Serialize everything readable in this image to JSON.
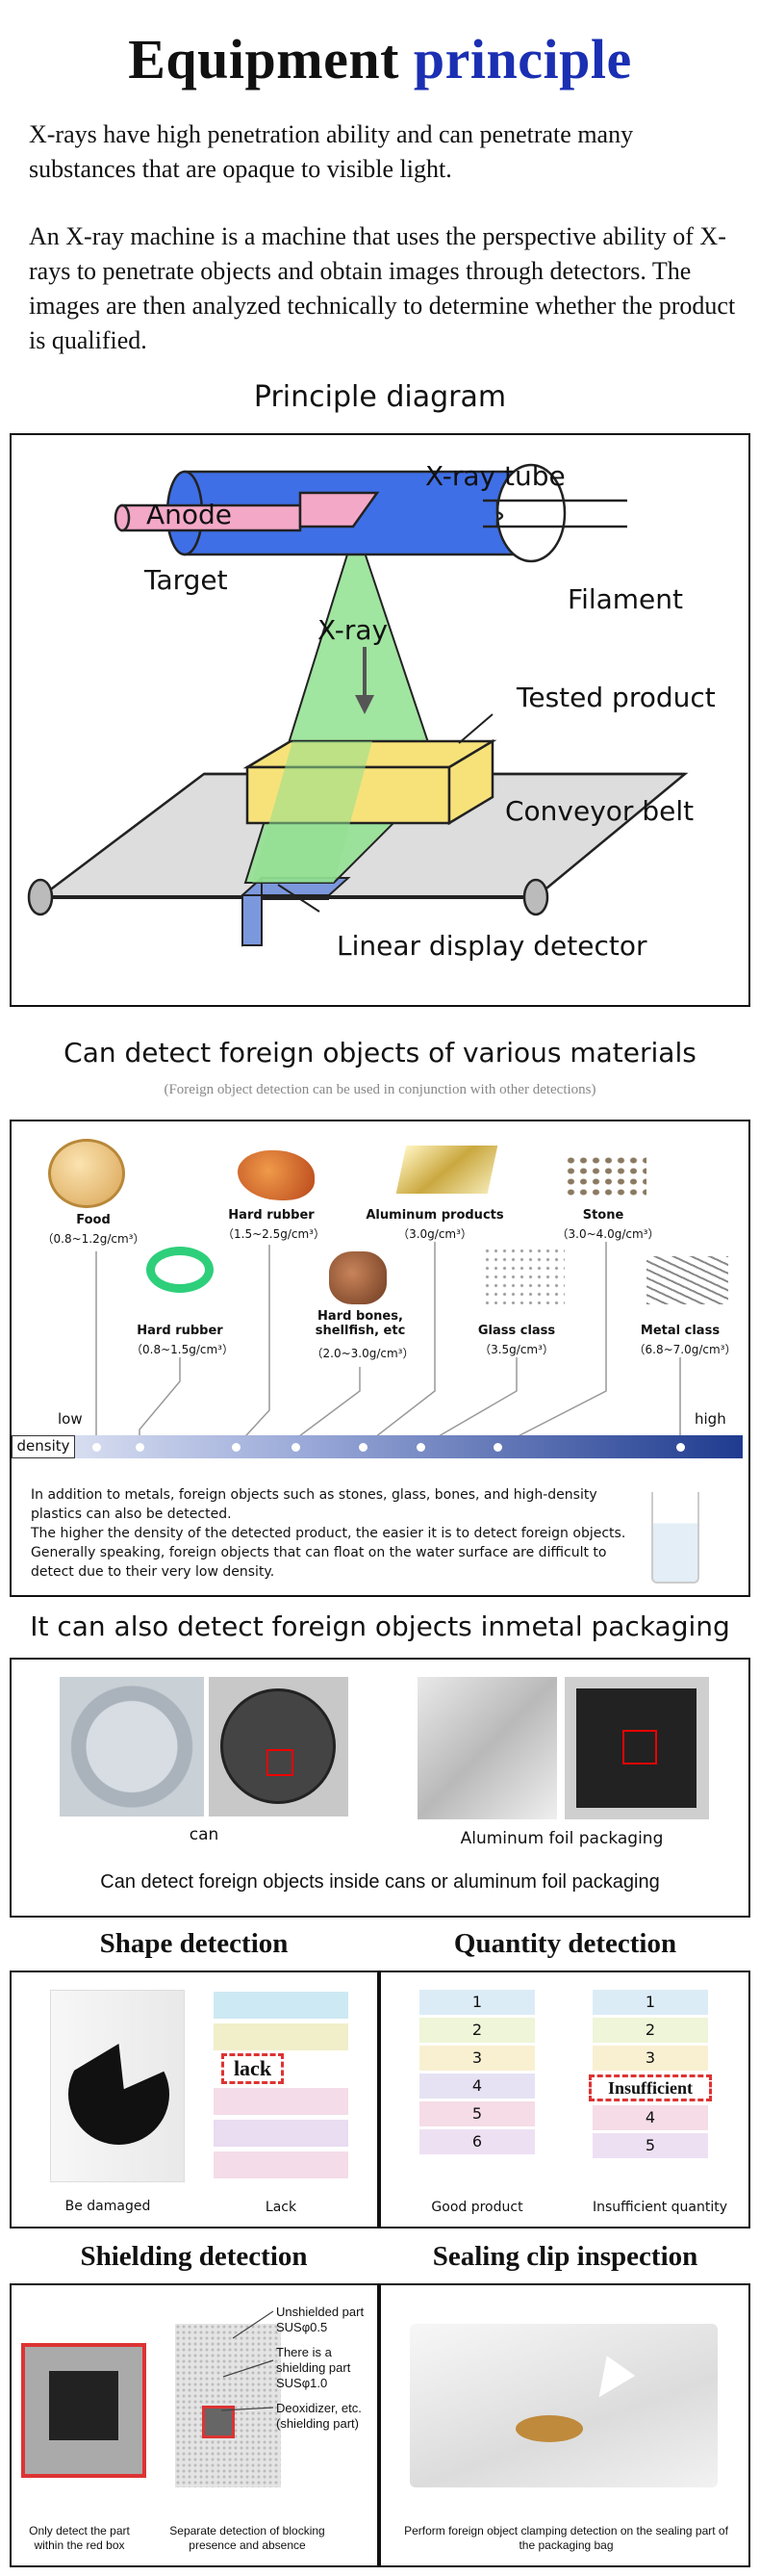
{
  "header": {
    "title_part1": "Equipment",
    "title_part2": "principle"
  },
  "intro": {
    "para1": "X-rays have high penetration ability and can penetrate many substances that are opaque to visible light.",
    "para2": "An X-ray machine is a machine that uses the perspective ability of X-rays to penetrate objects and obtain images through detectors. The images are then analyzed technically to determine whether the product is qualified."
  },
  "diagram": {
    "title": "Principle diagram",
    "labels": {
      "anode": "Anode",
      "target": "Target",
      "xray_tube": "X-ray tube",
      "filament": "Filament",
      "xray": "X-ray",
      "tested_product": "Tested product",
      "conveyor_belt": "Conveyor belt",
      "detector": "Linear display detector"
    }
  },
  "materials": {
    "title": "Can detect foreign objects of various materials",
    "subtitle": "(Foreign object detection can be used in conjunction with other detections)",
    "items": [
      {
        "name": "Food",
        "density": "（0.8~1.2g/cm³）"
      },
      {
        "name": "Hard rubber",
        "density": "（0.8~1.5g/cm³）"
      },
      {
        "name": "Hard rubber",
        "density": "（1.5~2.5g/cm³）"
      },
      {
        "name": "Hard bones, shellfish, etc",
        "density": "（2.0~3.0g/cm³）"
      },
      {
        "name": "Aluminum products",
        "density": "（3.0g/cm³）"
      },
      {
        "name": "Glass class",
        "density": "（3.5g/cm³）"
      },
      {
        "name": "Stone",
        "density": "（3.0~4.0g/cm³）"
      },
      {
        "name": "Metal class",
        "density": "（6.8~7.0g/cm³）"
      }
    ],
    "scale": {
      "low": "low",
      "high": "high",
      "label": "density"
    },
    "note": "In addition to metals, foreign objects such as stones, glass, bones, and high-density plastics can also be detected.\nThe higher the density of the detected product, the easier it is to detect foreign objects.\nGenerally speaking, foreign objects that can float on the water surface are difficult to detect due to their very low density."
  },
  "metal_packaging": {
    "title": "It can also detect foreign objects inmetal packaging",
    "caption_can": "can",
    "caption_foil": "Aluminum foil packaging",
    "summary": "Can detect foreign objects inside cans or aluminum foil packaging"
  },
  "shape": {
    "title": "Shape detection",
    "cap1": "Be damaged",
    "cap2": "Lack",
    "badge": "lack"
  },
  "quantity": {
    "title": "Quantity detection",
    "cap1": "Good product",
    "cap2": "Insufficient quantity",
    "badge": "Insufficient",
    "good_numbers": [
      "1",
      "2",
      "3",
      "4",
      "5",
      "6"
    ],
    "bad_numbers": [
      "1",
      "2",
      "3",
      "4",
      "5"
    ]
  },
  "shielding": {
    "title": "Shielding detection",
    "unshielded": "Unshielded part\nSUSφ0.5",
    "shielded": "There is a shielding part\nSUSφ1.0",
    "deoxidizer": "Deoxidizer, etc.\n(shielding part)",
    "cap1": "Only detect the part within the red box",
    "cap2": "Separate detection of blocking presence and absence"
  },
  "sealing": {
    "title": "Sealing clip inspection",
    "cap": "Perform foreign object clamping detection on the sealing part of the packaging bag"
  },
  "colors": {
    "accent_blue": "#1b2fb3",
    "tube_blue": "#3f6fe6",
    "xray_green": "#8fe08f",
    "product_yellow": "#f7e27a"
  }
}
